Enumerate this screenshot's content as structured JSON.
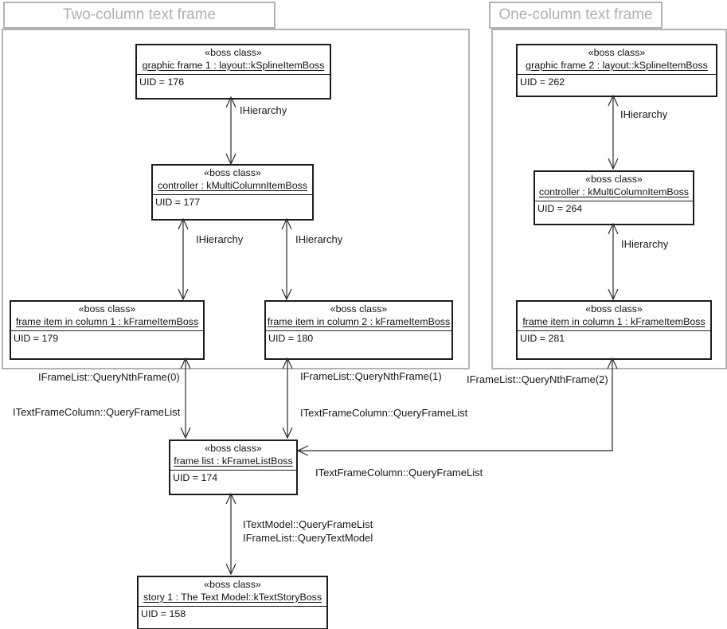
{
  "diagram": {
    "title_tabs": [
      {
        "label": "Two-column text frame"
      },
      {
        "label": "One-column text frame"
      }
    ],
    "stereotype": "«boss class»",
    "nodes": [
      {
        "name": "graphic frame 1 : layout::kSplineItemBoss",
        "uid": "UID = 176"
      },
      {
        "name": "controller : kMultiColumnItemBoss",
        "uid": "UID = 177"
      },
      {
        "name": "frame item in column 1 : kFrameItemBoss",
        "uid": "UID = 179"
      },
      {
        "name": "frame item in column 2 : kFrameItemBoss",
        "uid": "UID = 180"
      },
      {
        "name": "graphic frame 2 : layout::kSplineItemBoss",
        "uid": "UID = 262"
      },
      {
        "name": "controller : kMultiColumnItemBoss",
        "uid": "UID = 264"
      },
      {
        "name": "frame item in column 1 : kFrameItemBoss",
        "uid": "UID = 281"
      },
      {
        "name": "frame list : kFrameListBoss",
        "uid": "UID = 174"
      },
      {
        "name": "story 1 : The Text Model::kTextStoryBoss",
        "uid": "UID = 158"
      }
    ],
    "edge_labels": {
      "hierarchy": "IHierarchy",
      "query_nth_frame_0": "IFrameList::QueryNthFrame(0)",
      "query_nth_frame_1": "IFrameList::QueryNthFrame(1)",
      "query_nth_frame_2": "IFrameList::QueryNthFrame(2)",
      "query_frame_list": "ITextFrameColumn::QueryFrameList",
      "text_model_query_frame_list": "ITextModel::QueryFrameList",
      "frame_list_query_text_model": "IFrameList::QueryTextModel"
    },
    "colors": {
      "group_border": "#b3b3b3",
      "group_title_text": "#b0b0b0",
      "box_border": "#1c1c1c",
      "connector_line": "#2a2a2a",
      "background": "#ffffff"
    }
  }
}
